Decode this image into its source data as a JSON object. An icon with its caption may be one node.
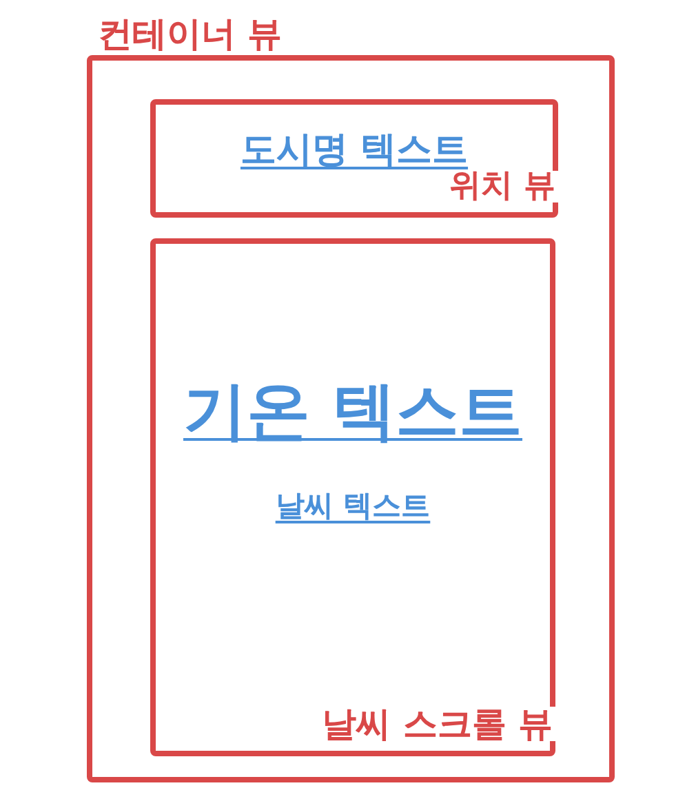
{
  "diagram": {
    "nodes": [
      {
        "text": [
          "컨테이너 뷰"
        ]
      },
      {
        "text": [
          "도시명 텍스트",
          "위치 뷰"
        ],
        "in": 0
      },
      {
        "text": [
          "기온 텍스트",
          "날씨 텍스트",
          "날씨 스크롤 뷰"
        ],
        "in": 0
      }
    ]
  }
}
